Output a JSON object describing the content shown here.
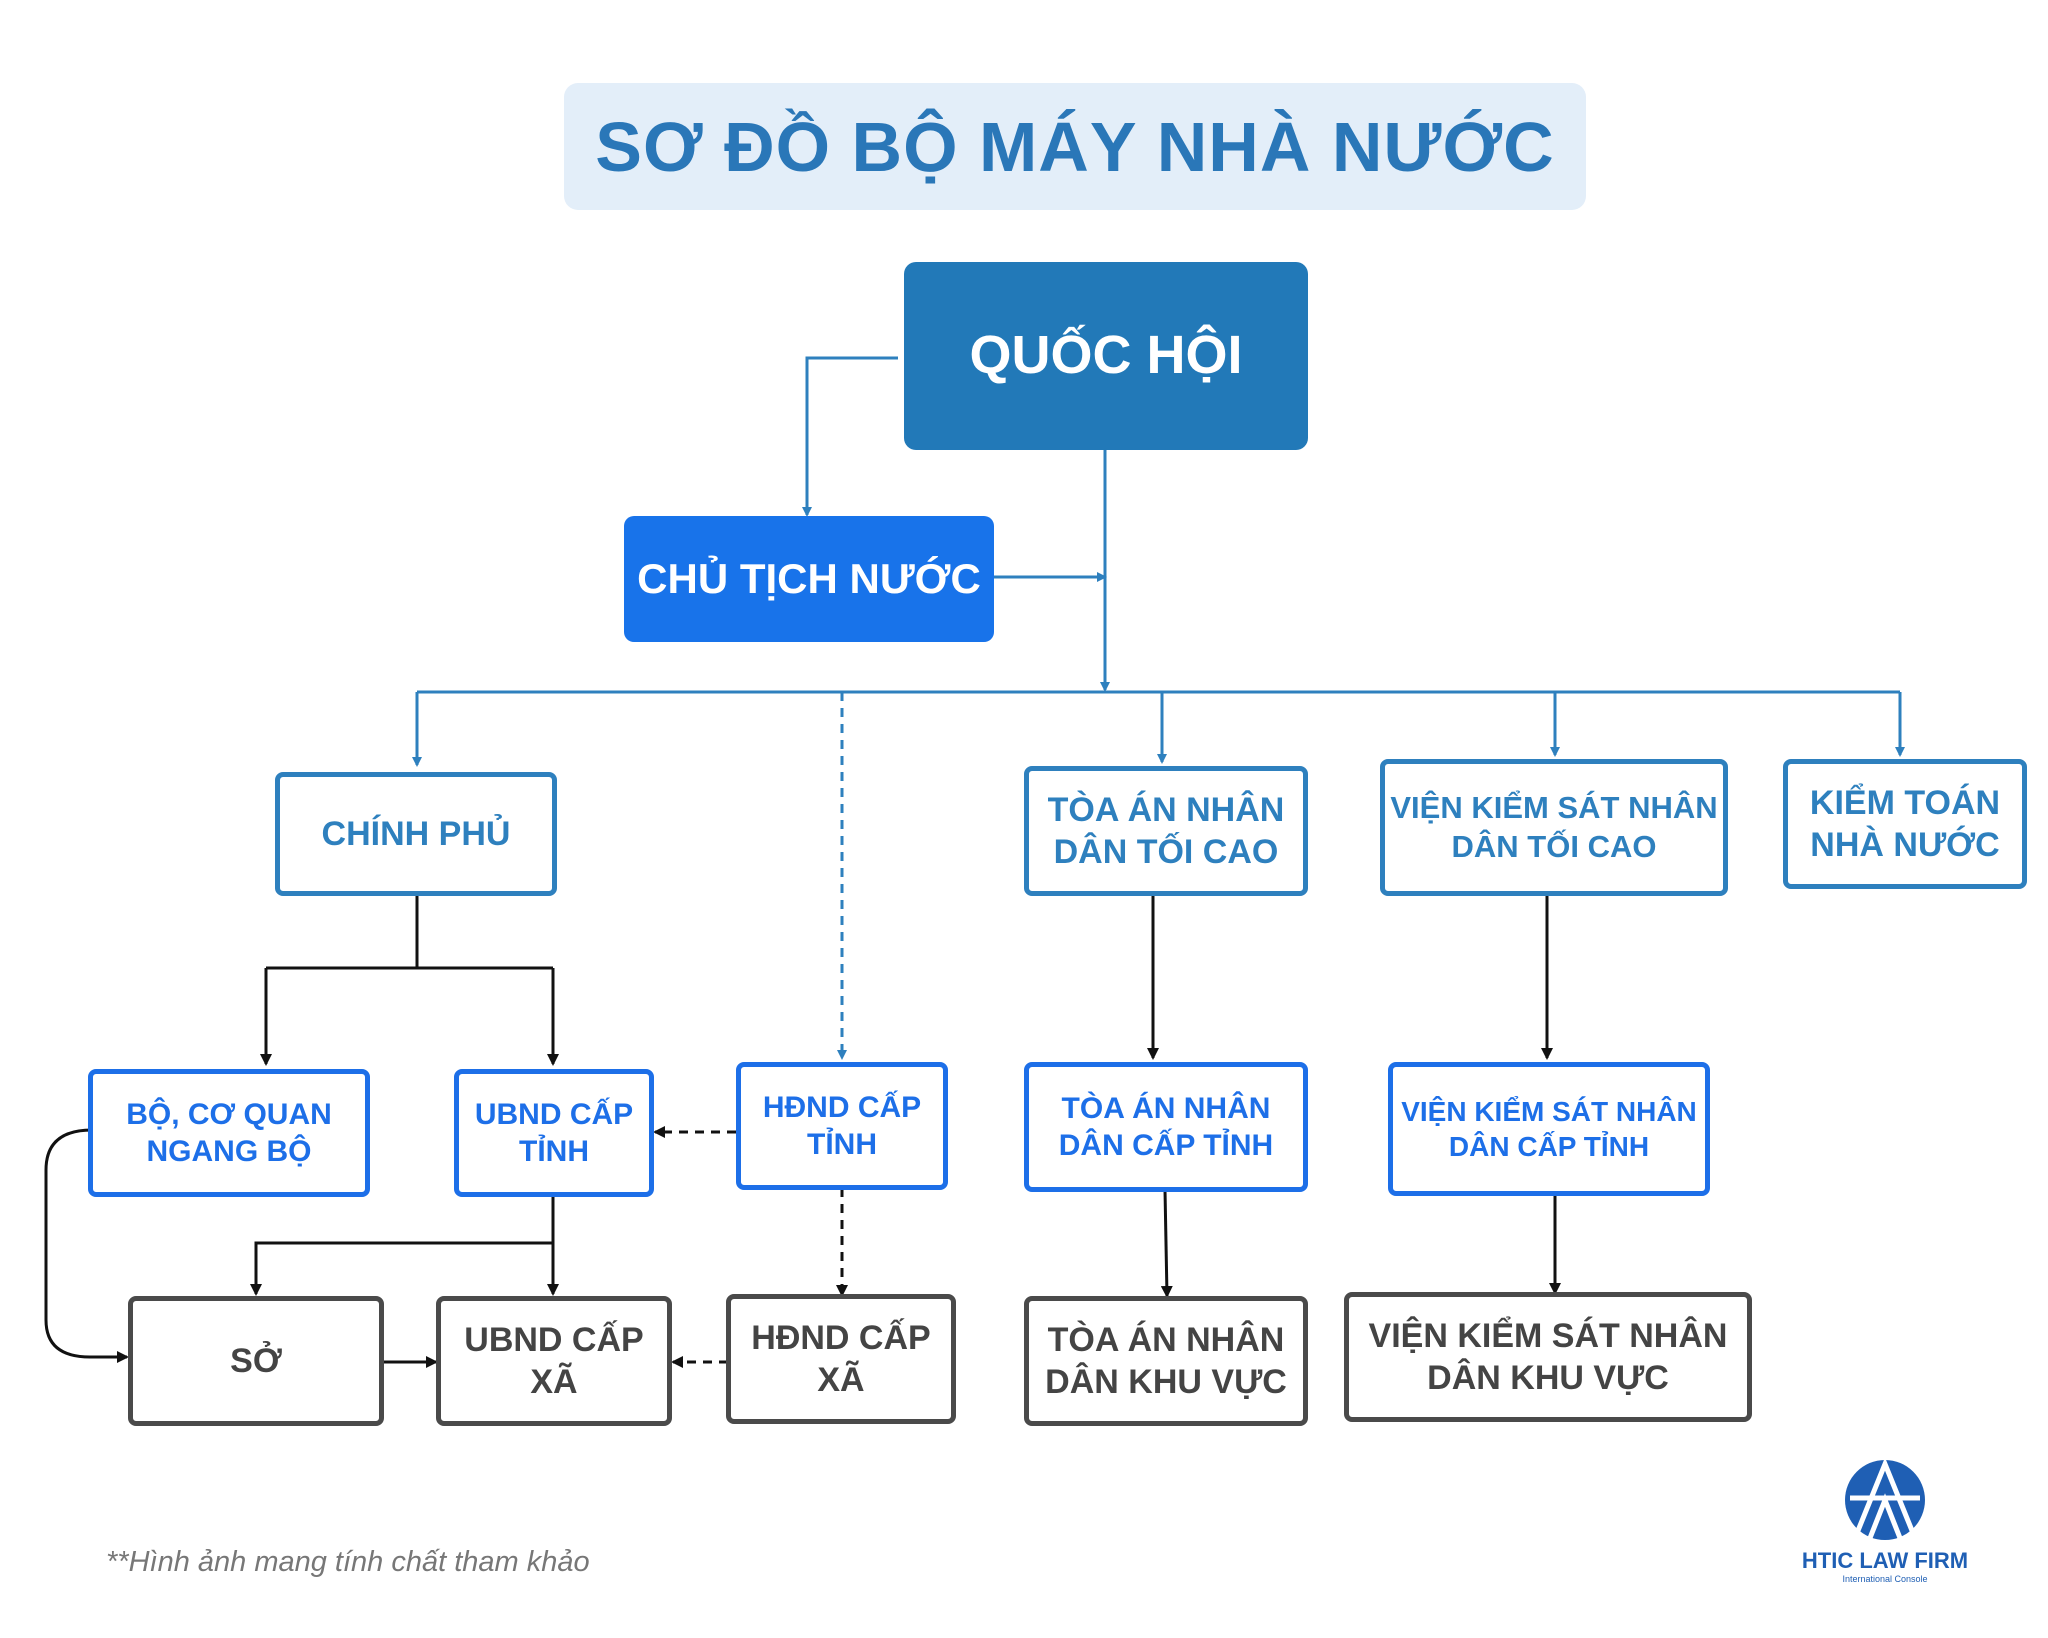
{
  "title": "SƠ ĐỒ BỘ MÁY NHÀ NƯỚC",
  "nodes": {
    "quoc_hoi": "QUỐC HỘI",
    "chu_tich_nuoc": "CHỦ TỊCH NƯỚC",
    "chinh_phu": "CHÍNH PHỦ",
    "toa_an_toi_cao": "TÒA ÁN NHÂN\nDÂN TỐI CAO",
    "vien_ks_toi_cao": "VIỆN KIỂM SÁT NHÂN\nDÂN TỐI CAO",
    "kiem_toan": "KIỂM TOÁN\nNHÀ NƯỚC",
    "bo_co_quan": "BỘ, CƠ QUAN\nNGANG BỘ",
    "ubnd_tinh": "UBND CẤP\nTỈNH",
    "hdnd_tinh": "HĐND CẤP\nTỈNH",
    "toa_an_tinh": "TÒA ÁN NHÂN\nDÂN CẤP TỈNH",
    "vien_ks_tinh": "VIỆN KIỂM SÁT NHÂN\nDÂN CẤP TỈNH",
    "so": "SỞ",
    "ubnd_xa": "UBND CẤP\nXÃ",
    "hdnd_xa": "HĐND CẤP\nXÃ",
    "toa_an_khu_vuc": "TÒA ÁN NHÂN\nDÂN KHU VỰC",
    "vien_ks_khu_vuc": "VIỆN KIỂM SÁT NHÂN\nDÂN KHU VỰC"
  },
  "note": "**Hình ảnh mang tính chất tham khảo",
  "logo": {
    "name": "HTIC LAW FIRM",
    "tagline": "International Console"
  },
  "colors": {
    "title_bg": "#e3eef9",
    "primary": "#2279b8",
    "bright": "#1873ea",
    "gray": "#4a4a4a"
  }
}
